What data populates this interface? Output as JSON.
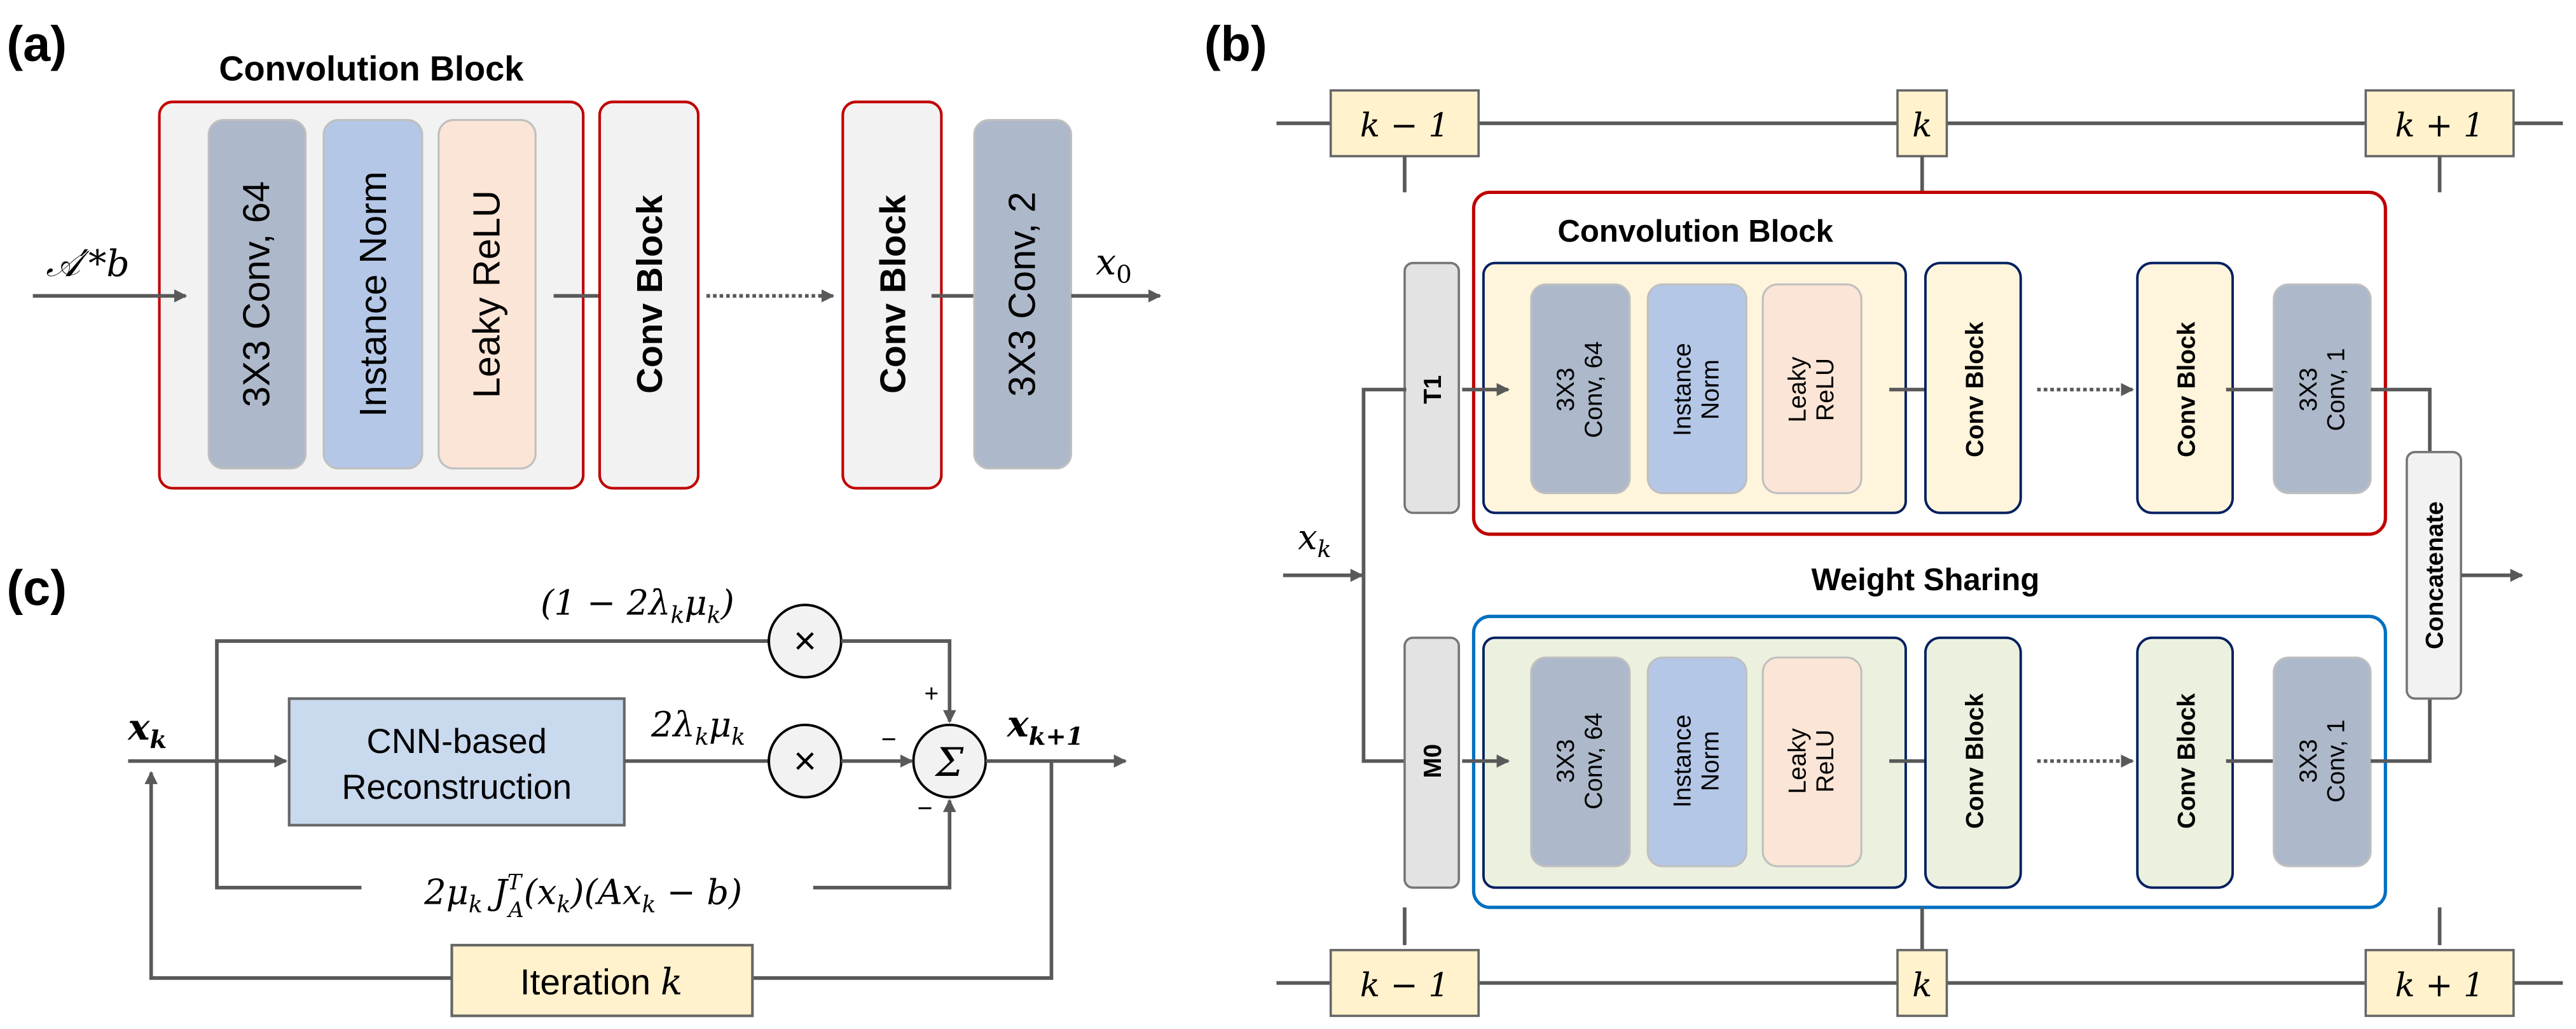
{
  "panels": {
    "a": {
      "label": "(a)",
      "title": "Convolution Block",
      "input_label": "𝒜′*b",
      "layers": [
        "3X3 Conv, 64",
        "Instance Norm",
        "Leaky ReLU"
      ],
      "conv_block_1": "Conv Block",
      "conv_block_2": "Conv Block",
      "final_layer": "3X3 Conv, 2",
      "output_label": "x",
      "output_sub": "0"
    },
    "b": {
      "label": "(b)",
      "top_timeline": [
        "k − 1",
        "k",
        "k + 1"
      ],
      "bottom_timeline": [
        "k − 1",
        "k",
        "k + 1"
      ],
      "top_title": "Convolution Block",
      "shared_title": "Weight Sharing",
      "input_label": "x",
      "input_sub": "k",
      "branch_top": "T1",
      "branch_bottom": "M0",
      "layer_1a": "3X3",
      "layer_1b": "Conv, 64",
      "layer_2a": "Instance",
      "layer_2b": "Norm",
      "layer_3a": "Leaky",
      "layer_3b": "ReLU",
      "conv_block": "Conv Block",
      "final_a": "3X3",
      "final_b": "Conv, 1",
      "concat": "Concatenate"
    },
    "c": {
      "label": "(c)",
      "input_label": "x",
      "input_sub": "k",
      "cnn_line1": "CNN-based",
      "cnn_line2": "Reconstruction",
      "top_coeff": "(1 − 2λ",
      "top_coeff_k1": "k",
      "top_coeff_mu": "μ",
      "top_coeff_k2": "k",
      "top_coeff_end": ")",
      "mid_coeff": "2λ",
      "mid_coeff_k1": "k",
      "mid_coeff_mu": "μ",
      "mid_coeff_k2": "k",
      "grad_term": "2μ",
      "grad_k": "k",
      "grad_J": " J",
      "grad_T": "T",
      "grad_A": "A",
      "grad_rest1": "(x",
      "grad_k2": "k",
      "grad_rest2": ")(Ax",
      "grad_k3": "k",
      "grad_rest3": " − b)",
      "multiply": "×",
      "sum": "Σ",
      "sign_plus": "+",
      "sign_minus_left": "−",
      "sign_minus_bottom": "−",
      "output_label": "x",
      "output_sub": "k+1",
      "iteration_text": "Iteration ",
      "iteration_k": "k"
    }
  },
  "colors": {
    "red_border": "#c00000",
    "blue_border": "#0070c0",
    "navy_border": "#002060",
    "conv_fill": "#adb9ca",
    "norm_fill": "#b4c7e7",
    "relu_fill": "#fbe5d6",
    "yellow_fill": "#fff5dc",
    "green_fill": "#ebf1de",
    "grey_fill": "#f2f2f2",
    "cnn_fill": "#c9d9ee",
    "iter_fill": "#fff2cc",
    "arrow": "#595959"
  }
}
